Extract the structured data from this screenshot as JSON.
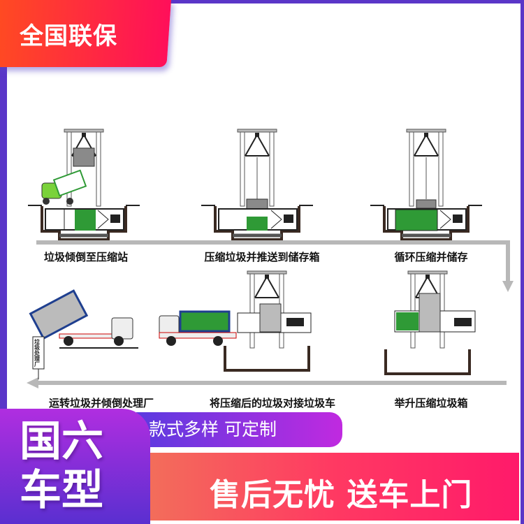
{
  "badge": {
    "text": "全国联保"
  },
  "steps": [
    {
      "label": "垃圾倾倒至压缩站"
    },
    {
      "label": "压缩垃圾并推送到储存箱"
    },
    {
      "label": "循环压缩并储存"
    },
    {
      "label": "举升压缩垃圾箱"
    },
    {
      "label": "将压缩后的垃圾对接垃圾车"
    },
    {
      "label": "运转垃圾并倾倒处理厂"
    }
  ],
  "sign": {
    "text": "垃圾处理厂"
  },
  "promo": {
    "emission_line1": "国六",
    "emission_line2": "车型",
    "styles": "款式多样 可定制",
    "service": "售后无忧 送车上门"
  },
  "colors": {
    "purple": "#5a36c8",
    "red": "#ff0f5a",
    "green": "#2f9a36",
    "blue": "#1f3f8f"
  }
}
